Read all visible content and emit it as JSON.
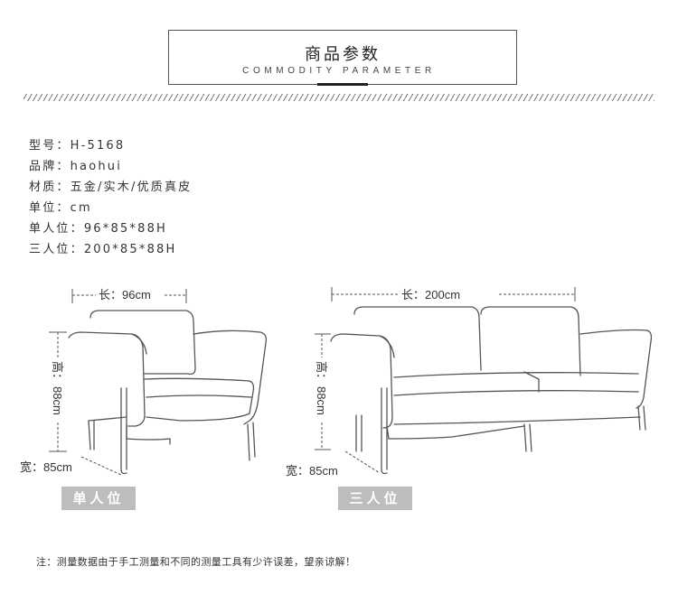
{
  "header": {
    "title_cn": "商品参数",
    "title_en": "COMMODITY PARAMETER"
  },
  "specs": [
    {
      "label": "型号",
      "value": "H-5168"
    },
    {
      "label": "品牌",
      "value": "haohui"
    },
    {
      "label": "材质",
      "value": "五金/实木/优质真皮"
    },
    {
      "label": "单位",
      "value": "cm"
    },
    {
      "label": "单人位",
      "value": "96*85*88H"
    },
    {
      "label": "三人位",
      "value": "200*85*88H"
    }
  ],
  "single_sofa": {
    "length": "长：96cm",
    "height_char": "高：",
    "height_value": "88cm",
    "width": "宽：85cm",
    "caption": "单人位"
  },
  "triple_sofa": {
    "length": "长：200cm",
    "height_char": "高：",
    "height_value": "88cm",
    "width": "宽：85cm",
    "caption": "三人位"
  },
  "note": "注：测量数据由于手工测量和不同的测量工具有少许误差，望亲谅解！",
  "colors": {
    "line": "#555555",
    "caption_bg": "#bdbdbd",
    "text": "#333333"
  }
}
